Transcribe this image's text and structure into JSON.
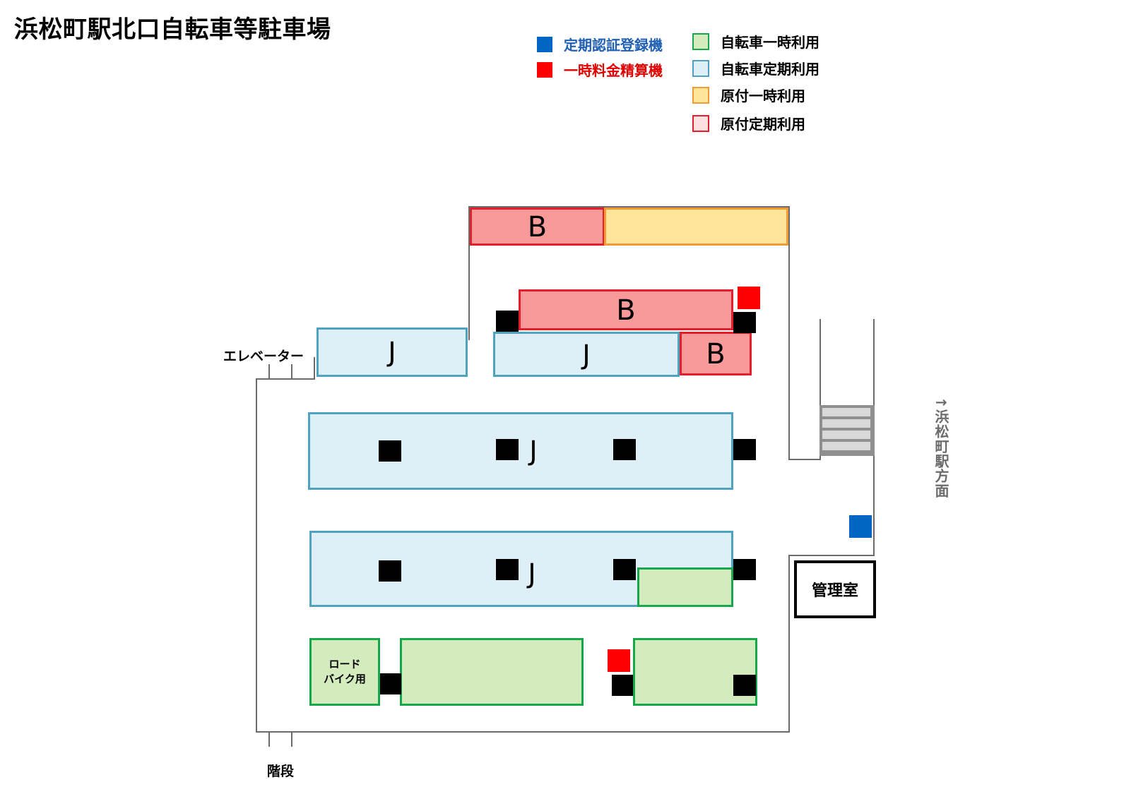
{
  "title": "浜松町駅北口自転車等駐車場",
  "legend": {
    "machines": [
      {
        "label": "定期認証登録機",
        "color": "#0066c4",
        "text_color": "#1f5fb4"
      },
      {
        "label": "一時料金精算機",
        "color": "#ff0000",
        "text_color": "#e00000"
      }
    ],
    "zones": [
      {
        "label": "自転車一時利用",
        "fill": "#d4ebbd",
        "border": "#1aa64a"
      },
      {
        "label": "自転車定期利用",
        "fill": "#deeff7",
        "border": "#4fa3c0"
      },
      {
        "label": "原付一時利用",
        "fill": "#ffe599",
        "border": "#f29a38"
      },
      {
        "label": "原付定期利用",
        "fill": "#fde0e0",
        "border": "#e0202c"
      }
    ]
  },
  "map": {
    "zone_letters": {
      "moped": "B",
      "bicycle": "J"
    },
    "elevator": "エレベーター",
    "stairs": "階段",
    "management_office": "管理室",
    "direction": "↑浜松町駅方面",
    "road_bike_area": [
      "ロード",
      "バイク用"
    ]
  }
}
